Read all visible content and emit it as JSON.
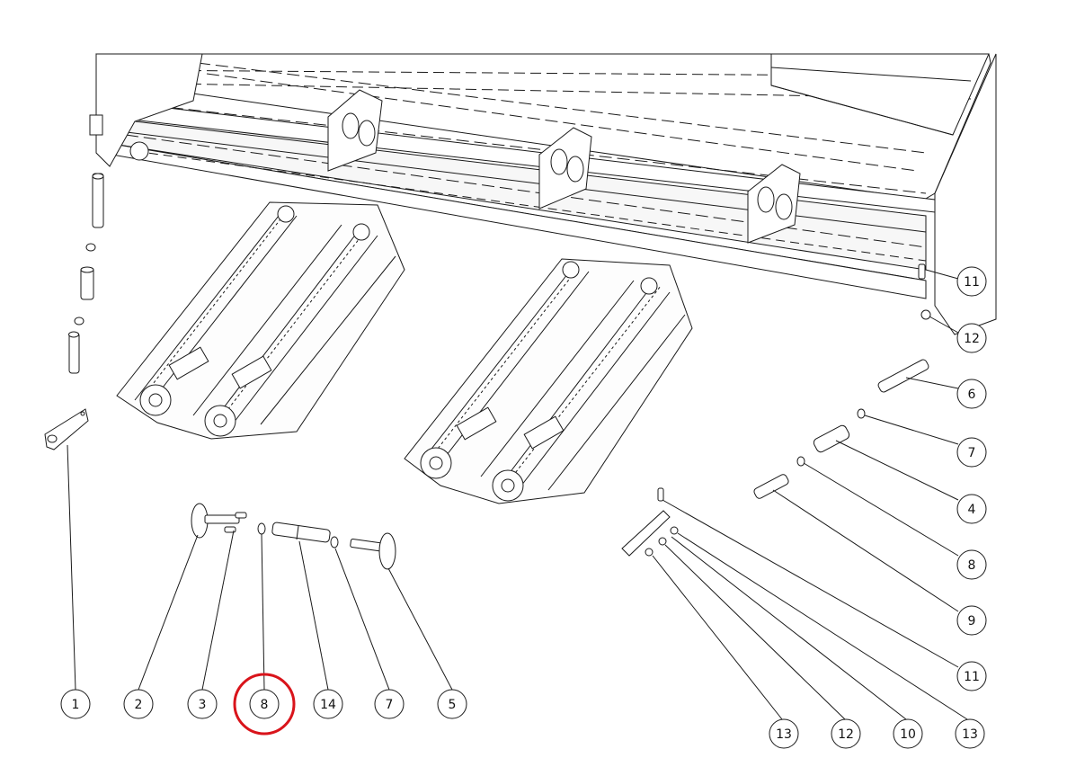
{
  "callouts": [
    {
      "id": "c1",
      "label": "1"
    },
    {
      "id": "c2",
      "label": "2"
    },
    {
      "id": "c3",
      "label": "3"
    },
    {
      "id": "c8",
      "label": "8"
    },
    {
      "id": "c14",
      "label": "14"
    },
    {
      "id": "c7b",
      "label": "7"
    },
    {
      "id": "c5",
      "label": "5"
    },
    {
      "id": "c13a",
      "label": "13"
    },
    {
      "id": "c12b",
      "label": "12"
    },
    {
      "id": "c10",
      "label": "10"
    },
    {
      "id": "c13b",
      "label": "13"
    },
    {
      "id": "c11b",
      "label": "11"
    },
    {
      "id": "c9",
      "label": "9"
    },
    {
      "id": "c8r",
      "label": "8"
    },
    {
      "id": "c4",
      "label": "4"
    },
    {
      "id": "c7r",
      "label": "7"
    },
    {
      "id": "c6",
      "label": "6"
    },
    {
      "id": "c12a",
      "label": "12"
    },
    {
      "id": "c11a",
      "label": "11"
    }
  ],
  "highlight": {
    "callout": "c8",
    "color": "#d9141b"
  },
  "colors": {
    "line": "#1a1a1a",
    "fill": "#ffffff",
    "shade": "#d9d9d9"
  }
}
